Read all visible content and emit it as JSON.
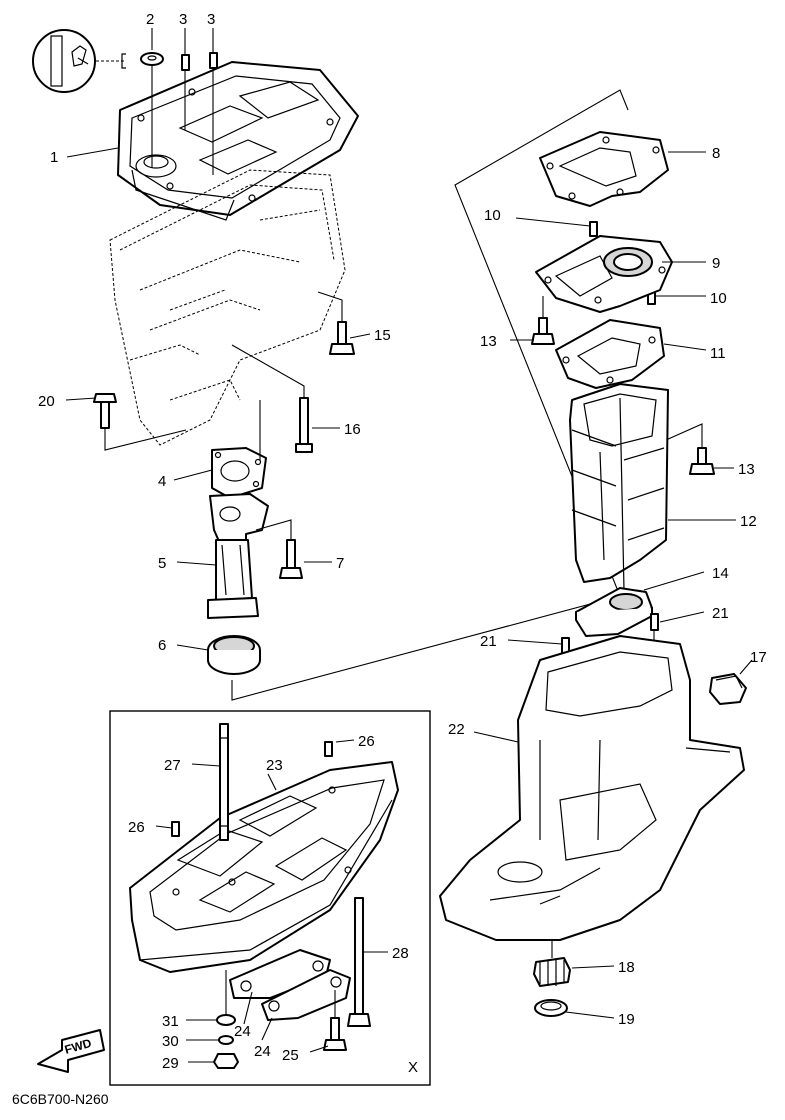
{
  "drawing_code": "6C6B700-N260",
  "view_marker": "X",
  "fwd_label": "FWD",
  "callouts": {
    "c1": "1",
    "c2": "2",
    "c3a": "3",
    "c3b": "3",
    "c4": "4",
    "c5": "5",
    "c6": "6",
    "c7": "7",
    "c8": "8",
    "c9": "9",
    "c10a": "10",
    "c10b": "10",
    "c11": "11",
    "c12": "12",
    "c13a": "13",
    "c13b": "13",
    "c14": "14",
    "c15": "15",
    "c16": "16",
    "c17": "17",
    "c18": "18",
    "c19": "19",
    "c20": "20",
    "c21a": "21",
    "c21b": "21",
    "c22": "22",
    "c23": "23",
    "c24a": "24",
    "c24b": "24",
    "c25": "25",
    "c26a": "26",
    "c26b": "26",
    "c27": "27",
    "c28": "28",
    "c29": "29",
    "c30": "30",
    "c31": "31"
  },
  "icons": {
    "detail_inset": "grease-lubricant-icon",
    "direction": "fwd-arrow-icon"
  }
}
